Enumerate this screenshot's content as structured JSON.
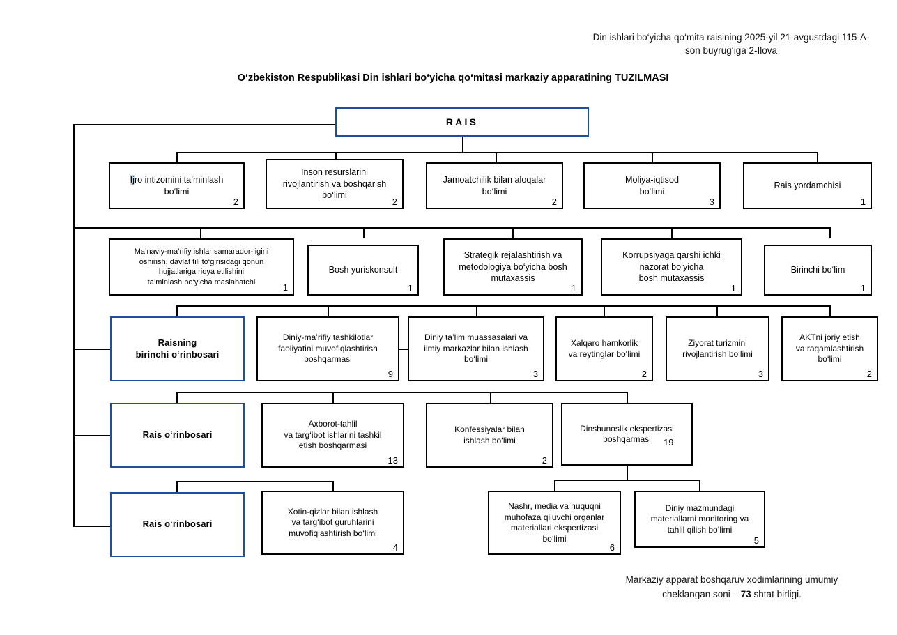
{
  "header": {
    "reference": "Din ishlari bo‘yicha qo‘mita raisining\n2025-yil 21-avgustdagi 115-A-son buyrug‘iga\n2-Ilova",
    "title": "O‘zbekiston Respublikasi Din ishlari bo‘yicha qo‘mitasi markaziy apparatining\nTUZILMASI"
  },
  "colors": {
    "accent_blue": "#1F4E9C",
    "line_black": "#000000",
    "highlight": "#c6dbec",
    "background": "#ffffff"
  },
  "chief": {
    "label": "RAIS"
  },
  "row1": [
    {
      "label": "Ijro intizomini ta’minlash\nbo‘limi",
      "count": "2",
      "highlight": "Ij"
    },
    {
      "label": "Inson resurslarini\nrivojlantirish va boshqarish\nbo‘limi",
      "count": "2"
    },
    {
      "label": "Jamoatchilik bilan aloqalar\nbo‘limi",
      "count": "2"
    },
    {
      "label": "Moliya-iqtisod\nbo‘limi",
      "count": "3"
    },
    {
      "label": "Rais yordamchisi",
      "count": "1"
    }
  ],
  "row2": [
    {
      "label": "Ma’naviy-ma’rifiy ishlar samarador-ligini\noshirish, davlat tili to‘g‘risidagi qonun\nhujjatlariga rioya etilishini\nta’minlash bo‘yicha maslahatchi",
      "count": "1"
    },
    {
      "label": "Bosh  yuriskonsult",
      "count": "1"
    },
    {
      "label": "Strategik rejalashtirish va\nmetodologiya bo‘yicha bosh\nmutaxassis",
      "count": "1"
    },
    {
      "label": "Korrupsiyaga qarshi ichki\nnazorat bo‘yicha\nbosh mutaxassis",
      "count": "1"
    },
    {
      "label": "Birinchi bo‘lim",
      "count": "1"
    }
  ],
  "deputy1": {
    "label": "Raisning\nbirinchi o‘rinbosari",
    "children": [
      {
        "label": "Diniy-ma’rifiy tashkilotlar\nfaoliyatini muvofiqlashtirish\nboshqarmasi",
        "count": "9"
      },
      {
        "label": "Diniy ta’lim muassasalari va\nilmiy markazlar bilan ishlash\nbo‘limi",
        "count": "3"
      },
      {
        "label": "Xalqaro hamkorlik\nva reytinglar bo‘limi",
        "count": "2"
      },
      {
        "label": "Ziyorat turizmini\nrivojlantirish bo‘limi",
        "count": "3"
      },
      {
        "label": "AKTni joriy etish\nva raqamlashtirish\nbo‘limi",
        "count": "2"
      }
    ]
  },
  "deputy2": {
    "label": "Rais o‘rinbosari",
    "children": [
      {
        "label": "Axborot-tahlil\nva targ‘ibot ishlarini tashkil\netish boshqarmasi",
        "count": "13"
      },
      {
        "label": "Konfessiyalar bilan\nishlash bo‘limi",
        "count": "2"
      },
      {
        "label": "Dinshunoslik ekspertizasi\nboshqarmasi",
        "count": "19"
      }
    ],
    "subchildren": [
      {
        "label": "Nashr, media va huquqni\nmuhofaza qiluvchi organlar\nmateriallari ekspertizasi\nbo‘limi",
        "count": "6"
      },
      {
        "label": "Diniy mazmundagi\nmateriallarni monitoring va\ntahlil qilish bo‘limi",
        "count": "5"
      }
    ]
  },
  "deputy3": {
    "label": "Rais o‘rinbosari",
    "children": [
      {
        "label": "Xotin-qizlar bilan ishlash\nva targ‘ibot guruhlarini\nmuvofiqlashtirish bo‘limi",
        "count": "4"
      }
    ]
  },
  "footer": {
    "line1": "Markaziy apparat boshqaruv xodimlarining umumiy",
    "line2_pre": "cheklangan soni – ",
    "total": "73",
    "line2_post": " shtat birligi."
  }
}
